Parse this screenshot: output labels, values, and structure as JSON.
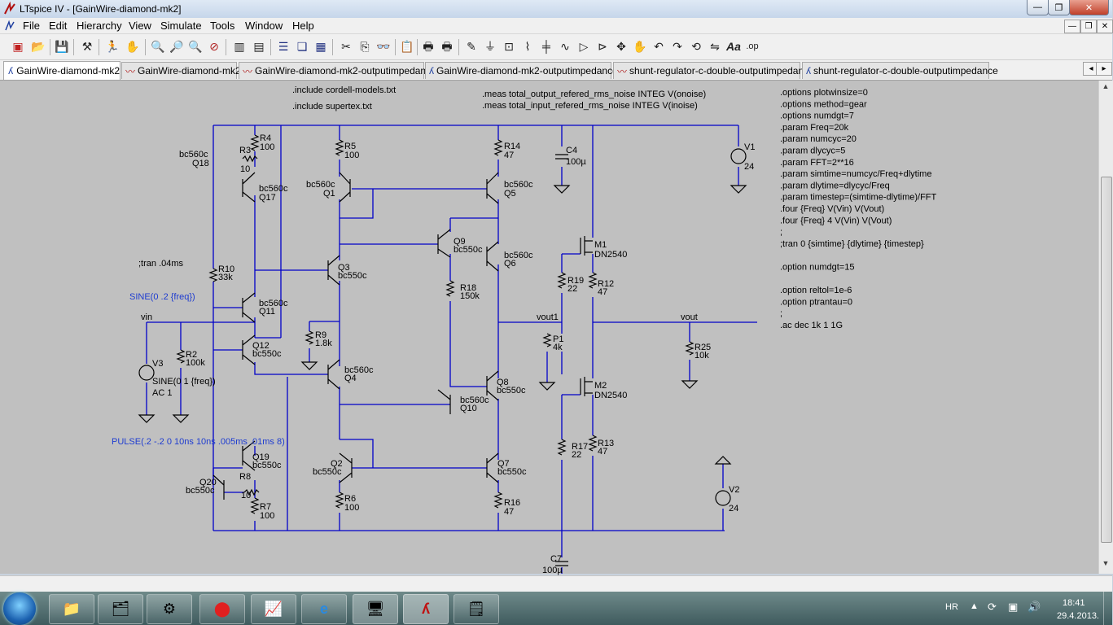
{
  "window": {
    "title": "LTspice IV - [GainWire-diamond-mk2]"
  },
  "menu": {
    "items": [
      "File",
      "Edit",
      "Hierarchy",
      "View",
      "Simulate",
      "Tools",
      "Window",
      "Help"
    ]
  },
  "tabs": [
    {
      "label": "GainWire-diamond-mk2",
      "kind": "schematic",
      "active": true
    },
    {
      "label": "GainWire-diamond-mk2",
      "kind": "waveform",
      "active": false
    },
    {
      "label": "GainWire-diamond-mk2-outputimpedance",
      "kind": "waveform",
      "active": false
    },
    {
      "label": "GainWire-diamond-mk2-outputimpedance",
      "kind": "schematic",
      "active": false
    },
    {
      "label": "shunt-regulator-c-double-outputimpedance",
      "kind": "waveform",
      "active": false
    },
    {
      "label": "shunt-regulator-c-double-outputimpedance",
      "kind": "schematic",
      "active": false
    }
  ],
  "toolbar_icons": [
    "new-schematic-icon",
    "open-icon",
    "save-icon",
    "control-panel-icon",
    "run-icon",
    "halt-icon",
    "zoom-in-icon",
    "zoom-pan-icon",
    "zoom-out-icon",
    "zoom-cancel-icon",
    "autorange-icon",
    "tile-horizontal-icon",
    "cascade-icon",
    "tile-vertical-icon",
    "cut-icon",
    "copy-icon",
    "find-icon",
    "print-icon",
    "print-preview-icon",
    "wire-icon",
    "ground-icon",
    "label-net-icon",
    "resistor-icon",
    "capacitor-icon",
    "inductor-icon",
    "diode-icon",
    "component-icon",
    "move-icon",
    "drag-icon",
    "undo-icon",
    "redo-icon",
    "rotate-icon",
    "mirror-icon",
    "text-icon",
    "spice-directive-icon"
  ],
  "schematic": {
    "directives_top": [
      ".include cordell-models.txt",
      ".include supertex.txt"
    ],
    "meas": [
      ".meas total_output_refered_rms_noise INTEG V(onoise)",
      ".meas total_input_refered_rms_noise INTEG V(inoise)"
    ],
    "options": [
      ".options plotwinsize=0",
      ".options method=gear",
      ".options numdgt=7",
      ".param Freq=20k",
      ".param numcyc=20",
      ".param dlycyc=5",
      ".param FFT=2**16",
      ".param simtime=numcyc/Freq+dlytime",
      ".param dlytime=dlycyc/Freq",
      ".param timestep=(simtime-dlytime)/FFT",
      ".four {Freq} V(Vin) V(Vout)",
      ".four {Freq} 4 V(Vin) V(Vout)",
      ";",
      ";tran 0 {simtime} {dlytime} {timestep}",
      "",
      ".option numdgt=15",
      "",
      ".option reltol=1e-6",
      ".option ptrantau=0",
      ";",
      ".ac dec 1k 1 1G"
    ],
    "tran_comment": ";tran .04ms",
    "sine_source": "SINE(0 .2 {freq})",
    "pulse_source": "PULSE(.2 -.2 0 10ns 10ns .005ms .01ms 8)",
    "nets": {
      "vin": "vin",
      "vout1": "vout1",
      "vout": "vout"
    },
    "components": {
      "Q18": [
        "bc560c",
        "Q18"
      ],
      "R4": [
        "R4",
        "100"
      ],
      "R3": [
        "R3",
        "10"
      ],
      "Q17": [
        "bc560c",
        "Q17"
      ],
      "R5": [
        "R5",
        "100"
      ],
      "Q1": [
        "bc560c",
        "Q1"
      ],
      "R14": [
        "R14",
        "47"
      ],
      "Q5": [
        "bc560c",
        "Q5"
      ],
      "C4": [
        "C4",
        "100µ"
      ],
      "V1": [
        "V1",
        "24"
      ],
      "Q9": [
        "Q9",
        "bc550c"
      ],
      "Q6": [
        "bc560c",
        "Q6"
      ],
      "Q3": [
        "Q3",
        "bc550c"
      ],
      "R10": [
        "R10",
        "33k"
      ],
      "M1": [
        "M1",
        "DN2540"
      ],
      "R19": [
        "R19",
        "22"
      ],
      "R12": [
        "R12",
        "47"
      ],
      "R18": [
        "R18",
        "150k"
      ],
      "Q11": [
        "bc560c",
        "Q11"
      ],
      "R9": [
        "R9",
        "1.8k"
      ],
      "Q12": [
        "Q12",
        "bc550c"
      ],
      "P1": [
        "P1",
        "4k"
      ],
      "R25": [
        "R25",
        "10k"
      ],
      "R2": [
        "R2",
        "100k"
      ],
      "V3": [
        "V3",
        "SINE(0 1 {freq})",
        "AC 1"
      ],
      "Q4": [
        "bc560c",
        "Q4"
      ],
      "Q8": [
        "Q8",
        "bc550c"
      ],
      "Q10": [
        "bc560c",
        "Q10"
      ],
      "M2": [
        "M2",
        "DN2540"
      ],
      "Q19": [
        "Q19",
        "bc550c"
      ],
      "R17": [
        "R17",
        "22"
      ],
      "R13": [
        "R13",
        "47"
      ],
      "Q20": [
        "Q20",
        "bc550c"
      ],
      "R8": [
        "R8",
        "10"
      ],
      "Q2": [
        "Q2",
        "bc550c"
      ],
      "Q7": [
        "Q7",
        "bc550c"
      ],
      "V2": [
        "V2",
        "24"
      ],
      "R6": [
        "R6",
        "100"
      ],
      "R16": [
        "R16",
        "47"
      ],
      "R7": [
        "R7",
        "100"
      ],
      "C7": [
        "C7",
        "100µ"
      ]
    }
  },
  "taskbar": {
    "lang": "HR",
    "time": "18:41",
    "date": "29.4.2013."
  },
  "colors": {
    "wire": "#0000c8",
    "canvas": "#c0c0c0",
    "directive": "#000000",
    "source_text": "#1e3cd0"
  }
}
